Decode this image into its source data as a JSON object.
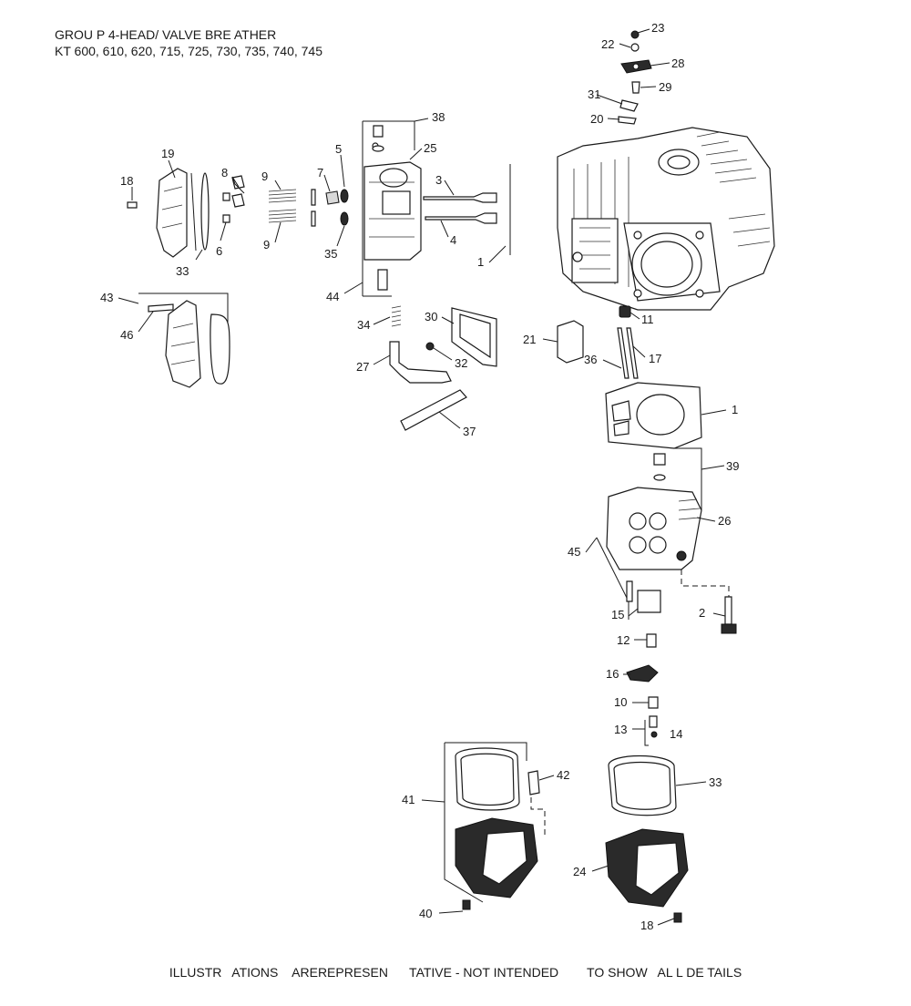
{
  "header": {
    "line1": "GROU P 4-HEAD/  VALVE BRE  ATHER",
    "line2": "KT 600, 610, 620, 715, 725, 730, 735, 740, 745"
  },
  "footer": {
    "text": "ILLUSTR   ATIONS    AREREPRESEN      TATIVE - NOT INTENDED        TO SHOW   AL L DE TAILS"
  },
  "callouts": [
    "1",
    "1",
    "2",
    "3",
    "4",
    "5",
    "6",
    "7",
    "8",
    "9",
    "9",
    "10",
    "11",
    "12",
    "13",
    "14",
    "15",
    "16",
    "17",
    "18",
    "18",
    "19",
    "20",
    "21",
    "22",
    "23",
    "24",
    "25",
    "26",
    "27",
    "28",
    "29",
    "30",
    "31",
    "32",
    "33",
    "33",
    "34",
    "35",
    "36",
    "37",
    "38",
    "39",
    "40",
    "41",
    "42",
    "43",
    "44",
    "45",
    "46"
  ]
}
